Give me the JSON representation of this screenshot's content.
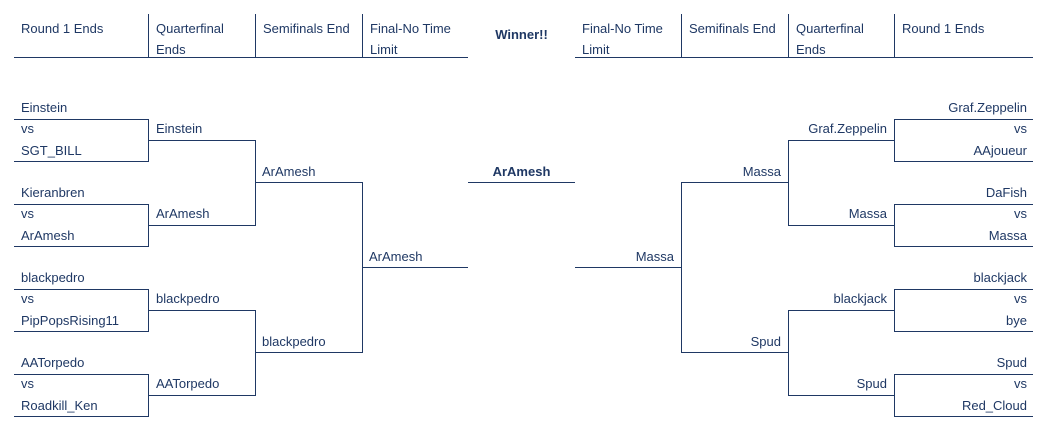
{
  "headers": {
    "left": [
      "Round 1 Ends",
      "Quarterfinal Ends",
      "Semifinals End",
      "Final-No Time Limit"
    ],
    "center": "Winner!!",
    "right": [
      "Final-No Time Limit",
      "Semifinals End",
      "Quarterfinal Ends",
      "Round 1 Ends"
    ]
  },
  "left": {
    "round1": [
      {
        "a": "Einstein",
        "vs": "vs",
        "b": "SGT_BILL"
      },
      {
        "a": "Kieranbren",
        "vs": "vs",
        "b": "ArAmesh"
      },
      {
        "a": "blackpedro",
        "vs": "vs",
        "b": "PipPopsRising11"
      },
      {
        "a": "AATorpedo",
        "vs": "vs",
        "b": "Roadkill_Ken"
      }
    ],
    "quarterfinals": [
      "Einstein",
      "ArAmesh",
      "blackpedro",
      "AATorpedo"
    ],
    "semifinals": [
      "ArAmesh",
      "blackpedro"
    ],
    "final": "ArAmesh"
  },
  "winner": "ArAmesh",
  "right": {
    "round1": [
      {
        "a": "Graf.Zeppelin",
        "vs": "vs",
        "b": "AAjoueur"
      },
      {
        "a": "DaFish",
        "vs": "vs",
        "b": "Massa"
      },
      {
        "a": "blackjack",
        "vs": "vs",
        "b": "bye"
      },
      {
        "a": "Spud",
        "vs": "vs",
        "b": "Red_Cloud"
      }
    ],
    "quarterfinals": [
      "Graf.Zeppelin",
      "Massa",
      "blackjack",
      "Spud"
    ],
    "semifinals": [
      "Massa",
      "Spud"
    ],
    "final": "Massa"
  }
}
